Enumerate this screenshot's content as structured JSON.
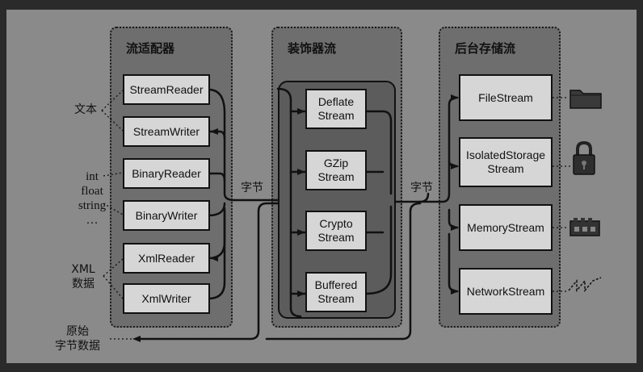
{
  "groups": {
    "adapters": {
      "title": "流适配器"
    },
    "decorators": {
      "title": "装饰器流"
    },
    "backing": {
      "title": "后台存储流"
    }
  },
  "adapters": [
    "StreamReader",
    "StreamWriter",
    "BinaryReader",
    "BinaryWriter",
    "XmlReader",
    "XmlWriter"
  ],
  "decorators": [
    "Deflate\nStream",
    "GZip\nStream",
    "Crypto\nStream",
    "Buffered\nStream"
  ],
  "backing": [
    "FileStream",
    "IsolatedStorage\nStream",
    "MemoryStream",
    "NetworkStream"
  ],
  "labels": {
    "text": "文本",
    "primitives": "int\nfloat\nstring\n…",
    "xml": "XML\n数据",
    "bytes1": "字节",
    "bytes2": "字节",
    "raw": "原始\n字节数据"
  },
  "icons": {
    "file": "folder-icon",
    "isolated": "padlock-icon",
    "memory": "memory-chip-icon",
    "network": "network-wave-icon"
  }
}
